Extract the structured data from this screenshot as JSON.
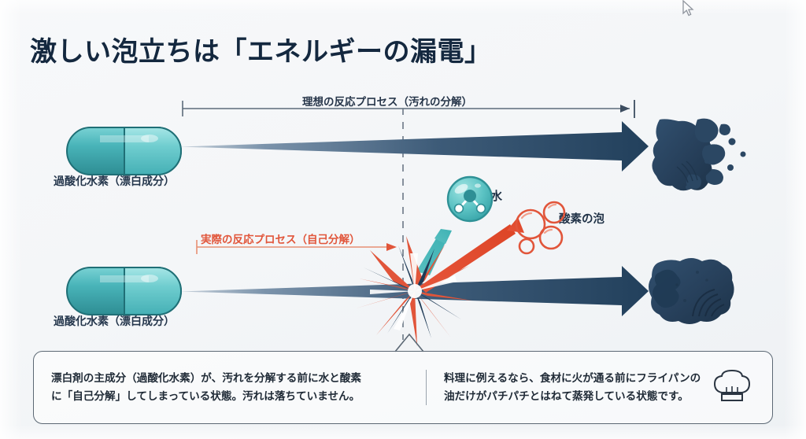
{
  "page": {
    "title": "激しい泡立ちは「エネルギーの漏電」",
    "background_color": "#f4f6f8",
    "ink_color": "#14283f",
    "accent_red": "#e1553a",
    "accent_teal": "#4cb8bc",
    "accent_navy": "#2c4a68"
  },
  "diagram": {
    "ideal_process_label": "理想の反応プロセス（汚れの分解）",
    "actual_process_label": "実際の反応プロセス（自己分解）",
    "capsule_top_label": "過酸化水素（漂白成分）",
    "capsule_bottom_label": "過酸化水素（漂白成分）",
    "water_label": "水",
    "oxygen_label": "酸素の泡",
    "icons": {
      "capsule": "capsule-icon",
      "water_molecule": "water-molecule-icon",
      "oxygen_bubbles": "oxygen-bubbles-icon",
      "stain_broken": "stain-broken-icon",
      "stain_intact": "stain-intact-icon",
      "burst": "burst-icon",
      "arrow_ideal": "arrow-right-icon",
      "arrow_actual": "arrow-right-icon",
      "divider_dashed": "dashed-divider-icon",
      "cursor": "mouse-cursor-icon"
    }
  },
  "callout": {
    "left_lines": [
      "漂白剤の主成分（過酸化水素）が、汚れを分解する前に水と酸素",
      "に「自己分解」してしまっている状態。汚れは落ちていません。"
    ],
    "right_lines": [
      "料理に例えるなら、食材に火が通る前にフライパンの",
      "油だけがパチパチとはねて蒸発している状態です。"
    ],
    "chef_icon": "chef-hat-icon"
  }
}
